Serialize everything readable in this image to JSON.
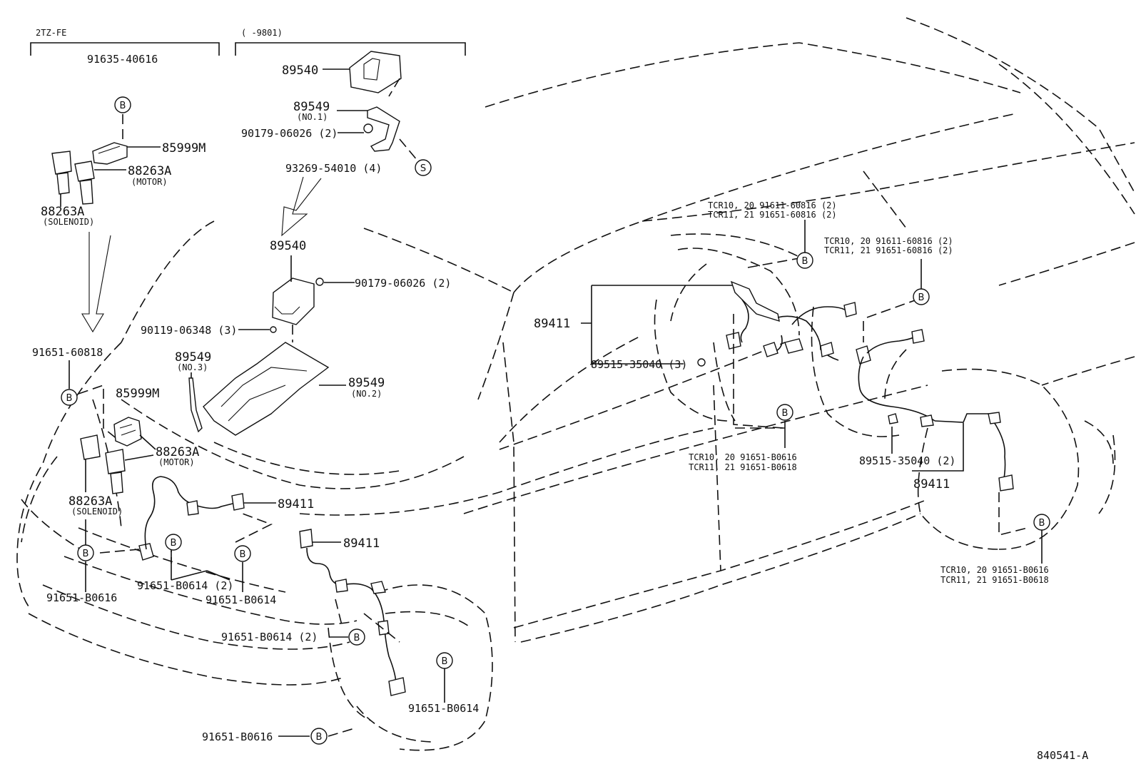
{
  "headers": {
    "engine": "2TZ-FE",
    "date_range": "(      -9801)"
  },
  "labels": {
    "p91635": "91635-40616",
    "p85999_top": "85999M",
    "p88263_motor_top": "88263A",
    "motor_top": "(MOTOR)",
    "p88263_sol_top": "88263A",
    "sol_top": "(SOLENOID)",
    "p89540_top": "89540",
    "p89549_no1": "89549",
    "no1": "(NO.1)",
    "p90179_top": "90179-06026 (2)",
    "p93269": "93269-54010 (4)",
    "p89540_mid": "89540",
    "p90179_mid": "90179-06026 (2)",
    "p90119": "90119-06348 (3)",
    "p89549_no3": "89549",
    "no3": "(NO.3)",
    "p89549_no2": "89549",
    "no2": "(NO.2)",
    "p91651_60818": "91651-60818",
    "p85999_mid": "85999M",
    "p88263_motor_mid": "88263A",
    "motor_mid": "(MOTOR)",
    "p88263_sol_mid": "88263A",
    "sol_mid": "(SOLENOID)",
    "p89411_front_r": "89411",
    "p89411_front_l": "89411",
    "p91651_b0616_left": "91651-B0616",
    "p91651_b0614_2a": "91651-B0614 (2)",
    "p91651_b0614_a": "91651-B0614",
    "p91651_b0614_2b": "91651-B0614 (2)",
    "p91651_b0614_b": "91651-B0614",
    "p91651_b0616_bottom": "91651-B0616",
    "rr_tcr1020_a": "TCR10, 20  91611-60816 (2)",
    "rr_tcr1121_a": "TCR11, 21  91651-60816 (2)",
    "rl_tcr1020_a": "TCR10, 20  91611-60816 (2)",
    "rl_tcr1121_a": "TCR11, 21  91651-60816 (2)",
    "p89411_rear_r": "89411",
    "p89515_3": "89515-35040 (3)",
    "rr_tcr1020_b": "TCR10, 20  91651-B0616",
    "rr_tcr1121_b": "TCR11, 21  91651-B0618",
    "p89515_2": "89515-35040 (2)",
    "p89411_rear_l": "89411",
    "rl_tcr1020_b": "TCR10, 20  91651-B0616",
    "rl_tcr1121_b": "TCR11, 21  91651-B0618",
    "code": "840541-A"
  },
  "markers": {
    "b": "B",
    "s": "S"
  }
}
